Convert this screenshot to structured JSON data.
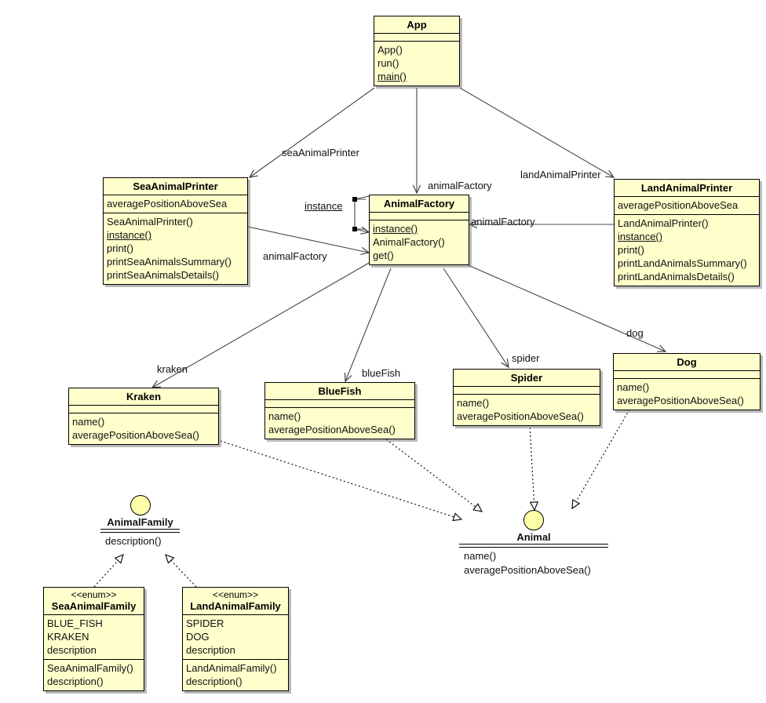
{
  "diagram": {
    "title": "UML Class Diagram",
    "colors": {
      "class_fill": "#ffffcc",
      "interface_fill": "#ffffaa",
      "stroke": "#000000",
      "background": "#ffffff"
    }
  },
  "classes": {
    "app": {
      "name": "App",
      "attributes": [],
      "methods": [
        {
          "label": "App()",
          "static": false
        },
        {
          "label": "run()",
          "static": false
        },
        {
          "label": "main()",
          "static": true
        }
      ]
    },
    "sea_animal_printer": {
      "name": "SeaAnimalPrinter",
      "attributes": [
        {
          "label": "averagePositionAboveSea",
          "static": false
        }
      ],
      "methods": [
        {
          "label": "SeaAnimalPrinter()",
          "static": false
        },
        {
          "label": "instance()",
          "static": true
        },
        {
          "label": "print()",
          "static": false
        },
        {
          "label": "printSeaAnimalsSummary()",
          "static": false
        },
        {
          "label": "printSeaAnimalsDetails()",
          "static": false
        }
      ]
    },
    "land_animal_printer": {
      "name": "LandAnimalPrinter",
      "attributes": [
        {
          "label": "averagePositionAboveSea",
          "static": false
        }
      ],
      "methods": [
        {
          "label": "LandAnimalPrinter()",
          "static": false
        },
        {
          "label": "instance()",
          "static": true
        },
        {
          "label": "print()",
          "static": false
        },
        {
          "label": "printLandAnimalsSummary()",
          "static": false
        },
        {
          "label": "printLandAnimalsDetails()",
          "static": false
        }
      ]
    },
    "animal_factory": {
      "name": "AnimalFactory",
      "attributes": [],
      "methods": [
        {
          "label": "instance()",
          "static": true
        },
        {
          "label": "AnimalFactory()",
          "static": false
        },
        {
          "label": "get()",
          "static": false
        }
      ]
    },
    "kraken": {
      "name": "Kraken",
      "attributes": [],
      "methods": [
        {
          "label": "name()",
          "static": false
        },
        {
          "label": "averagePositionAboveSea()",
          "static": false
        }
      ]
    },
    "blue_fish": {
      "name": "BlueFish",
      "attributes": [],
      "methods": [
        {
          "label": "name()",
          "static": false
        },
        {
          "label": "averagePositionAboveSea()",
          "static": false
        }
      ]
    },
    "spider": {
      "name": "Spider",
      "attributes": [],
      "methods": [
        {
          "label": "name()",
          "static": false
        },
        {
          "label": "averagePositionAboveSea()",
          "static": false
        }
      ]
    },
    "dog": {
      "name": "Dog",
      "attributes": [],
      "methods": [
        {
          "label": "name()",
          "static": false
        },
        {
          "label": "averagePositionAboveSea()",
          "static": false
        }
      ]
    },
    "sea_animal_family": {
      "stereotype": "<<enum>>",
      "name": "SeaAnimalFamily",
      "attributes": [
        {
          "label": "BLUE_FISH",
          "static": false
        },
        {
          "label": "KRAKEN",
          "static": false
        },
        {
          "label": "description",
          "static": false
        }
      ],
      "methods": [
        {
          "label": "SeaAnimalFamily()",
          "static": false
        },
        {
          "label": "description()",
          "static": false
        }
      ]
    },
    "land_animal_family": {
      "stereotype": "<<enum>>",
      "name": "LandAnimalFamily",
      "attributes": [
        {
          "label": "SPIDER",
          "static": false
        },
        {
          "label": "DOG",
          "static": false
        },
        {
          "label": "description",
          "static": false
        }
      ],
      "methods": [
        {
          "label": "LandAnimalFamily()",
          "static": false
        },
        {
          "label": "description()",
          "static": false
        }
      ]
    }
  },
  "interfaces": {
    "animal_family": {
      "name": "AnimalFamily",
      "methods": [
        {
          "label": "description()"
        }
      ]
    },
    "animal": {
      "name": "Animal",
      "methods": [
        {
          "label": "name()"
        },
        {
          "label": "averagePositionAboveSea()"
        }
      ]
    }
  },
  "edge_labels": {
    "sea_animal_printer": "seaAnimalPrinter",
    "animal_factory_from_app": "animalFactory",
    "land_animal_printer": "landAnimalPrinter",
    "instance": "instance",
    "animal_factory_from_sea": "animalFactory",
    "animal_factory_from_land": "animalFactory",
    "kraken": "kraken",
    "blue_fish": "blueFish",
    "spider": "spider",
    "dog": "dog"
  }
}
